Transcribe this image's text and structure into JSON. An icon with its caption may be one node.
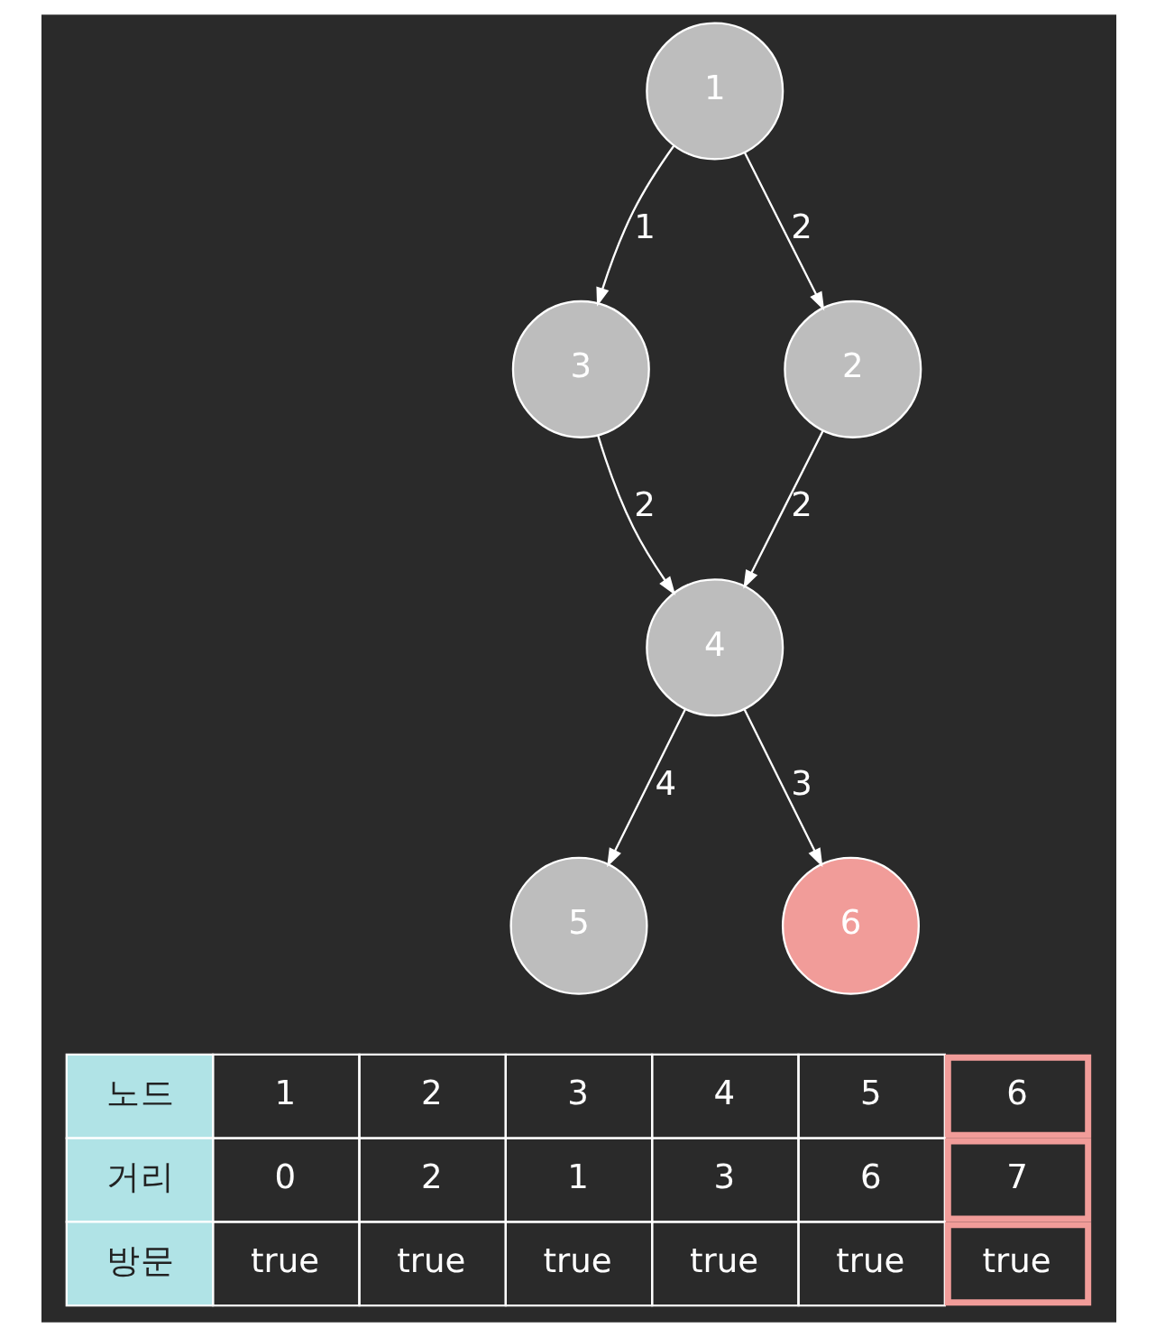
{
  "diagram": {
    "nodes": [
      {
        "text": [
          "1"
        ]
      },
      {
        "text": [
          "3"
        ]
      },
      {
        "text": [
          "2"
        ]
      },
      {
        "text": [
          "4"
        ]
      },
      {
        "text": [
          "5"
        ]
      },
      {
        "text": [
          "6"
        ]
      }
    ],
    "edges": [
      {
        "from": 0,
        "to": 1,
        "arrow": "to",
        "label": "1"
      },
      {
        "from": 0,
        "to": 2,
        "arrow": "to",
        "label": "2"
      },
      {
        "from": 1,
        "to": 3,
        "arrow": "to",
        "label": "2"
      },
      {
        "from": 2,
        "to": 3,
        "arrow": "to",
        "label": "2"
      },
      {
        "from": 3,
        "to": 4,
        "arrow": "to",
        "label": "4"
      },
      {
        "from": 3,
        "to": 5,
        "arrow": "to",
        "label": "3"
      }
    ],
    "labels": [
      "노드",
      "1",
      "2",
      "3",
      "4",
      "5",
      "6",
      "거리",
      "0",
      "2",
      "1",
      "3",
      "6",
      "7",
      "방문",
      "true",
      "true",
      "true",
      "true",
      "true",
      "true"
    ]
  }
}
